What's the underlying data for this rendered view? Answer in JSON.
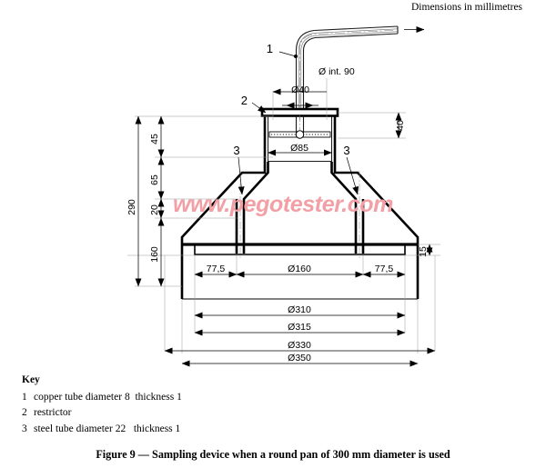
{
  "header": {
    "note": "Dimensions in millimetres"
  },
  "watermark": {
    "text": "www.pegotester.com",
    "color": "#f2a0a6"
  },
  "drawing": {
    "title": "Sampling device when a round pan of 300 mm diameter is used",
    "item_labels": {
      "one": "1",
      "two": "2",
      "three_left": "3",
      "three_right": "3"
    },
    "dimensions": {
      "tube_internal": "Ø int. 90",
      "tube_outer": "Ø40",
      "restrictor_height": "40",
      "restrictor_diameter": "Ø85",
      "total_height": "290",
      "seg_45": "45",
      "seg_65": "65",
      "seg_20": "20",
      "seg_160": "160",
      "lip_height": "15",
      "offset_left": "77,5",
      "inner_diameter": "Ø160",
      "offset_right": "77,5",
      "dia_310": "Ø310",
      "dia_315": "Ø315",
      "dia_330": "Ø330",
      "dia_350": "Ø350"
    }
  },
  "key": {
    "title": "Key",
    "items": [
      {
        "num": "1",
        "text": "copper tube diameter 8  thickness 1"
      },
      {
        "num": "2",
        "text": "restrictor"
      },
      {
        "num": "3",
        "text": "steel tube diameter 22   thickness 1"
      }
    ]
  },
  "caption": {
    "text": "Figure 9 — Sampling device when a round pan of 300 mm diameter is used"
  }
}
